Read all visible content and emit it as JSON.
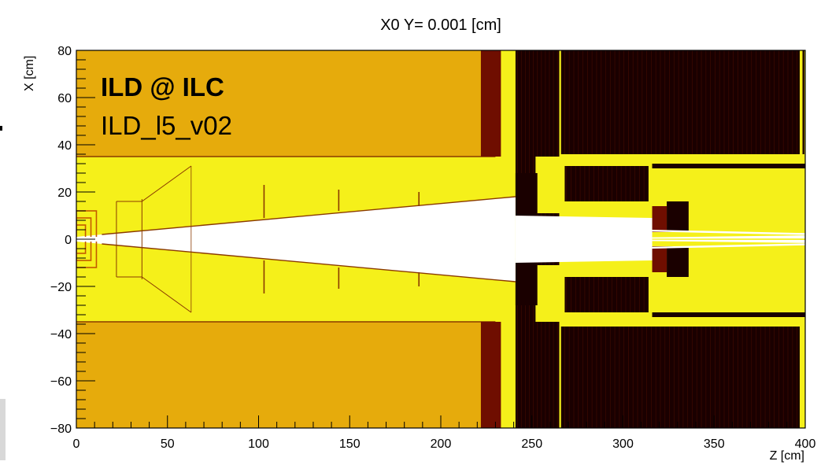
{
  "chart_data": {
    "type": "heatmap",
    "title": "X0 Y=  0.001 [cm]",
    "xlabel": "Z [cm]",
    "ylabel": "X [cm]",
    "xlim": [
      0,
      400
    ],
    "ylim": [
      -80,
      80
    ],
    "xticks": [
      0,
      50,
      100,
      150,
      200,
      250,
      300,
      350,
      400
    ],
    "yticks": [
      80,
      60,
      40,
      20,
      0,
      -20,
      -40,
      -60,
      -80
    ],
    "ytick_labels": [
      "80",
      "60",
      "40",
      "20",
      "0",
      "−20",
      "−40",
      "−60",
      "−80"
    ],
    "annotation_bold": "ILD @ ILC",
    "annotation_model": "ILD_l5_v02",
    "grid": false,
    "colors": {
      "outer_region": "#e6ab0c",
      "inner_region": "#f5f01a",
      "dense_black": "#1a0000",
      "dark_red": "#6f0e00",
      "border_line": "#8a3a00",
      "beam_pipe": "#ffffff"
    }
  }
}
